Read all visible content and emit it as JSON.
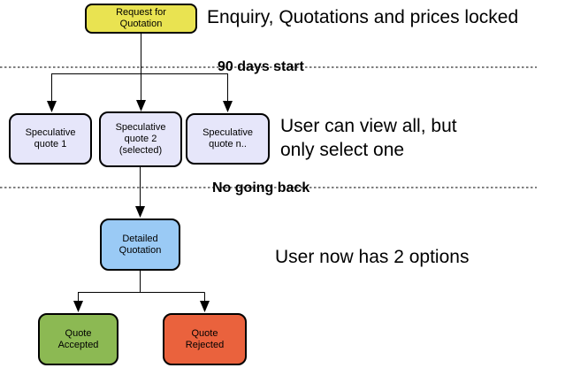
{
  "canvas": {
    "background": "#FFFFFF",
    "line_color": "#000000",
    "text_color": "#000000"
  },
  "nodes": {
    "request": {
      "label": "Request for\nQuotation",
      "fill": "#E9E351"
    },
    "spec1": {
      "label": "Speculative\nquote 1",
      "fill": "#E6E6FA"
    },
    "spec2": {
      "label": "Speculative\nquote 2\n(selected)",
      "fill": "#E6E6FA"
    },
    "specn": {
      "label": "Speculative\nquote n..",
      "fill": "#E6E6FA"
    },
    "detailed": {
      "label": "Detailed\nQuotation",
      "fill": "#9ACAF5"
    },
    "accepted": {
      "label": "Quote\nAccepted",
      "fill": "#8CB953"
    },
    "rejected": {
      "label": "Quote\nRejected",
      "fill": "#EA623D"
    }
  },
  "annotations": {
    "enquiry": "Enquiry, Quotations and prices locked",
    "phase_start": "90 days start",
    "view_all": "User can view all, but\nonly select one",
    "no_going_back": "No going back",
    "two_options": "User now has 2 options"
  }
}
